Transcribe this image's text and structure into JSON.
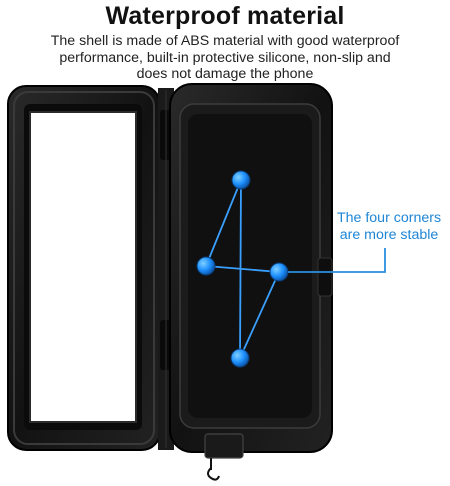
{
  "headline": "Waterproof material",
  "description": {
    "lines": [
      "The shell is made of ABS material with good waterproof",
      "performance, built-in protective silicone, non-slip and",
      "does not damage the phone"
    ]
  },
  "callout": {
    "lines": [
      "The four corners",
      "are more stable"
    ]
  },
  "colors": {
    "callout_text": "#1f86d6",
    "callout_line": "#2a8fe0",
    "case_body": "#141414",
    "suction_pad": "#1e90ff"
  }
}
